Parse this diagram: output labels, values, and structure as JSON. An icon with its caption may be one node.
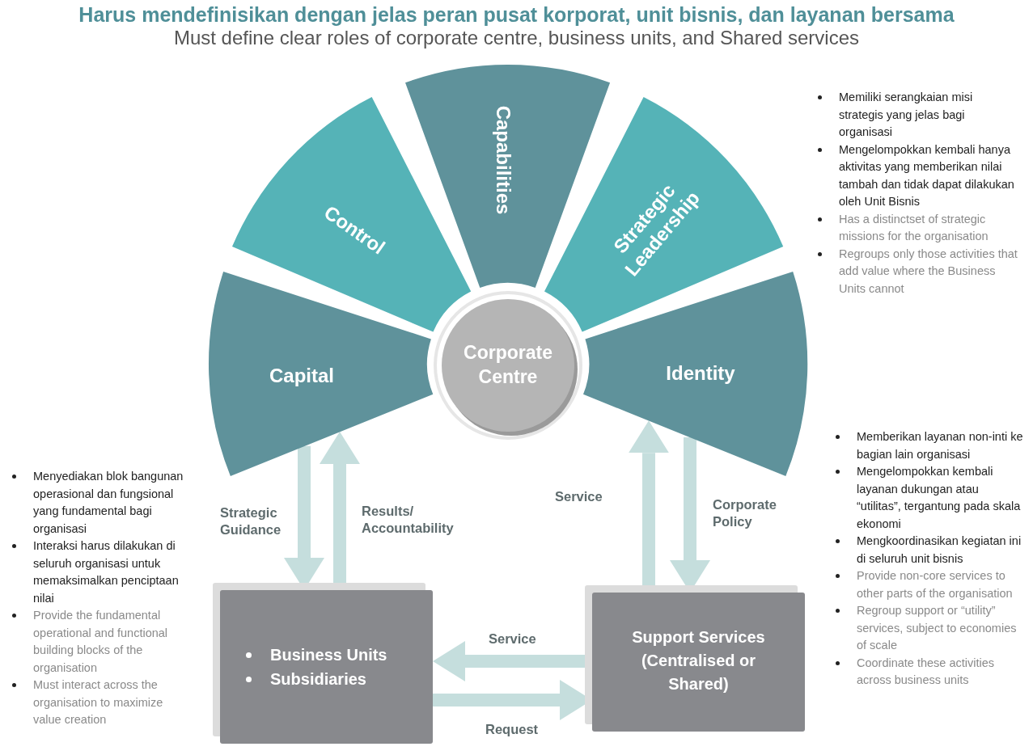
{
  "diagram": {
    "title": "Harus mendefinisikan dengan jelas peran pusat korporat, unit bisnis, dan layanan bersama",
    "nodes": [
      {
        "text": [
          "Capabilities"
        ]
      },
      {
        "text": [
          "Control"
        ]
      },
      {
        "text": [
          "Strategic Leadership"
        ],
        "beside": [
          "Memiliki serangkaian misi strategis yang jelas bagi organisasi",
          "Mengelompokkan kembali hanya aktivitas yang memberikan nilai tambah dan tidak dapat dilakukan oleh Unit Bisnis",
          "Has a distinctset of strategic missions for the organisation",
          "Regroups only those activities that add value where the Business Units cannot"
        ]
      },
      {
        "text": [
          "Capital"
        ]
      },
      {
        "text": [
          "Corporate Centre"
        ]
      },
      {
        "text": [
          "Identity"
        ]
      },
      {
        "text": [
          "Business Units",
          "Subsidiaries"
        ],
        "beside": [
          "Menyediakan blok bangunan operasional dan fungsional yang fundamental bagi organisasi",
          "Interaksi harus dilakukan di seluruh organisasi untuk memaksimalkan penciptaan nilai",
          "Provide the fundamental operational and functional building blocks of the organisation",
          "Must interact across the organisation to maximize value creation"
        ]
      },
      {
        "text": [
          "Support Services (Centralised or Shared)"
        ],
        "beside": [
          "Memberikan layanan non-inti ke bagian lain organisasi",
          "Mengelompokkan kembali layanan dukungan atau “utilitas”, tergantung pada skala ekonomi",
          "Mengkoordinasikan kegiatan ini di seluruh unit bisnis",
          "Provide non-core services to other parts of the organisation",
          "Regroup support or “utility” services, subject to economies of scale",
          "Coordinate these activities across business units"
        ]
      }
    ],
    "edges": [
      {
        "from": 3,
        "to": 6,
        "arrow": "to",
        "label": "Strategic Guidance"
      },
      {
        "from": 6,
        "to": 3,
        "arrow": "to",
        "label": "Results/ Accountability"
      },
      {
        "from": 7,
        "to": 5,
        "arrow": "to",
        "label": "Service"
      },
      {
        "from": 5,
        "to": 7,
        "arrow": "to",
        "label": "Corporate Policy"
      },
      {
        "from": 7,
        "to": 6,
        "arrow": "to",
        "label": "Service"
      },
      {
        "from": 6,
        "to": 7,
        "arrow": "to",
        "label": "Request"
      }
    ],
    "labels": [
      "Must define clear roles of corporate centre, business units, and Shared services"
    ]
  }
}
